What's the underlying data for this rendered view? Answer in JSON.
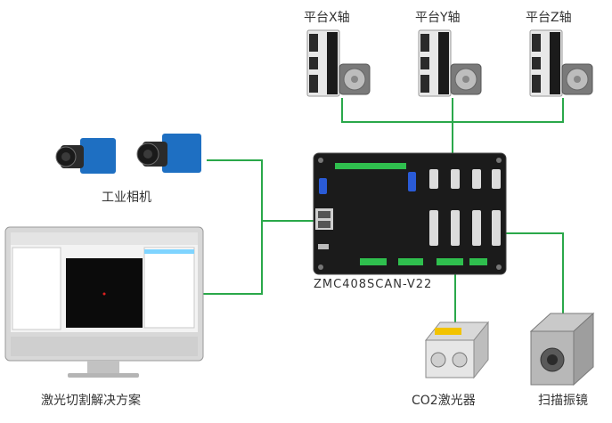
{
  "labels": {
    "axis_x": "平台X轴",
    "axis_y": "平台Y轴",
    "axis_z": "平台Z轴",
    "camera": "工业相机",
    "controller": "ZMC408SCAN-V22",
    "software": "激光切割解决方案",
    "laser": "CO2激光器",
    "galvo": "扫描振镜"
  },
  "colors": {
    "line": "#2aa84a",
    "camera_body": "#1e6fc2",
    "controller_body": "#1b1b1b",
    "terminal": "#2fbf4e"
  }
}
